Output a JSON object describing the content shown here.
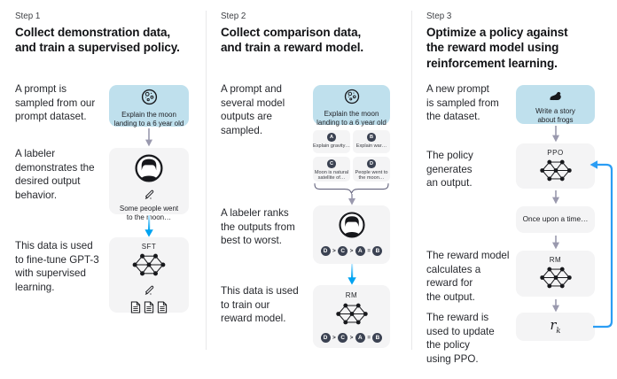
{
  "columns": [
    {
      "step": "Step 1",
      "heading": "Collect demonstration data,\nand train a supervised policy.",
      "p1": "A prompt is\nsampled from our\nprompt dataset.",
      "p2": "A labeler\ndemonstrates the\ndesired output\nbehavior.",
      "p3": "This data is used\nto fine-tune GPT-3\nwith supervised\nlearning.",
      "prompt_caption": "Explain the moon\nlanding to a 6 year old",
      "labeler_caption": "Some people went\nto the moon…",
      "model_label": "SFT"
    },
    {
      "step": "Step 2",
      "heading": "Collect comparison data,\nand train a reward model.",
      "p1": "A prompt and\nseveral model\noutputs are\nsampled.",
      "p2": "A labeler ranks\nthe outputs from\nbest to worst.",
      "p3": "This data is used\nto train our\nreward model.",
      "prompt_caption": "Explain the moon\nlanding to a 6 year old",
      "options": [
        {
          "id": "A",
          "label": "Explain gravity…"
        },
        {
          "id": "B",
          "label": "Explain war…"
        },
        {
          "id": "C",
          "label": "Moon is natural\nsatellite of…"
        },
        {
          "id": "D",
          "label": "People went to\nthe moon…"
        }
      ],
      "ranking": [
        {
          "t": "D"
        },
        {
          "t": ">"
        },
        {
          "t": "C"
        },
        {
          "t": ">"
        },
        {
          "t": "A"
        },
        {
          "t": "="
        },
        {
          "t": "B"
        }
      ],
      "model_label": "RM"
    },
    {
      "step": "Step 3",
      "heading": "Optimize a policy against\nthe reward model using\nreinforcement learning.",
      "p1": "A new prompt\nis sampled from\nthe dataset.",
      "p2": "The policy\ngenerates\nan output.",
      "p3": "The reward model\ncalculates a\nreward for\nthe output.",
      "p4": "The reward is\nused to update\nthe policy\nusing PPO.",
      "prompt_caption": "Write a story\nabout frogs",
      "policy_label": "PPO",
      "output_caption": "Once upon a time…",
      "reward_label": "RM",
      "reward_base": "r",
      "reward_sub": "k"
    }
  ],
  "colors": {
    "prompt_box_bg": "#bfe0ed",
    "panel_bg": "#f4f4f5",
    "rank_circle": "#3b4252",
    "gray_arrow": "#9a99ae",
    "blue_arrow": "#00a3f1",
    "loop_arrow": "#2b9df4",
    "divider": "#e8e8ea"
  }
}
